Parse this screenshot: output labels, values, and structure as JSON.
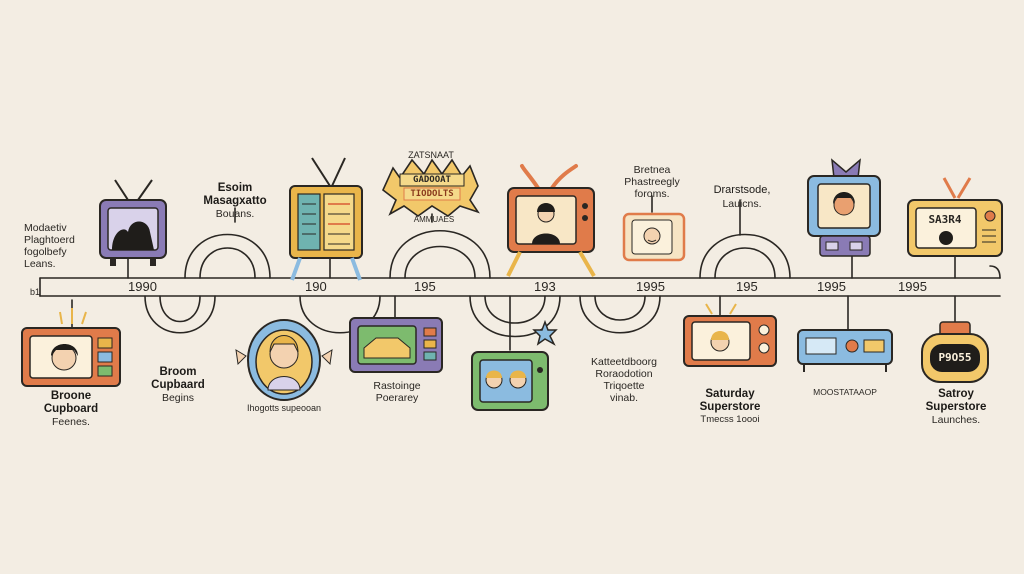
{
  "colors": {
    "background": "#f3ede3",
    "line": "#2a2723",
    "purple": "#8a7bb5",
    "orange": "#e07b4a",
    "teal": "#6fb3b0",
    "yellow": "#e9b54a",
    "green": "#7dbb6e",
    "blue": "#8bbbe0"
  },
  "years": [
    "1990",
    "190",
    "195",
    "193",
    "1995",
    "195",
    "1995",
    "1995"
  ],
  "axis_mark": "b1",
  "badge": {
    "top": "ZATSNAAT",
    "line1": "GADOOAT",
    "line2": "TIODOLTS",
    "bottom": "AMMUAES"
  },
  "labels": {
    "top_far_left": "Modaetiv\nPlaghtoerd\nfogolbefy\nLeans.",
    "top_left_bold": "Esoim\nMasagxatto",
    "top_left_sub": "Bouans.",
    "top_center_right": "Bretnea\nPhastreegly\nforoms.",
    "top_right_bold": "Drarstsode,",
    "top_right_sub": "Lauicns.",
    "bottom_far_left_bold": "Broone\nCupboard",
    "bottom_far_left_sub": "Feenes.",
    "bottom_left_bold": "Broom\nCupbaard",
    "bottom_left_sub": "Begins",
    "bottom_portrait_caption": "Ihogotts supeooan",
    "bottom_center_left": "Rastoinge\nPoerarey",
    "bottom_center": "Katteetdboorg\nRoraodotion\nTriqoette\nvinab.",
    "bottom_right_bold": "Saturday\nSuperstore",
    "bottom_right_sub": "Tmecss 1oooi",
    "bottom_device_caption": "MOOSTATAAOP",
    "bottom_far_right_bold": "Satroy\nSuperstore",
    "bottom_far_right_sub": "Launches."
  },
  "screens": {
    "retro_tv_right": "SA3R4",
    "radio_display": "P9O55"
  },
  "icons": [
    "silhouette-tv-icon",
    "control-panel-tv-icon",
    "badge-sign-icon",
    "portrait-tv-icon",
    "small-face-tv-icon",
    "girl-tv-icon",
    "retro-tv-icon",
    "boy-tv-icon",
    "cartoon-portrait-icon",
    "game-screen-tv-icon",
    "two-faces-tv-icon",
    "spark-icon",
    "face-tv-icon",
    "blue-device-icon",
    "round-radio-icon"
  ]
}
